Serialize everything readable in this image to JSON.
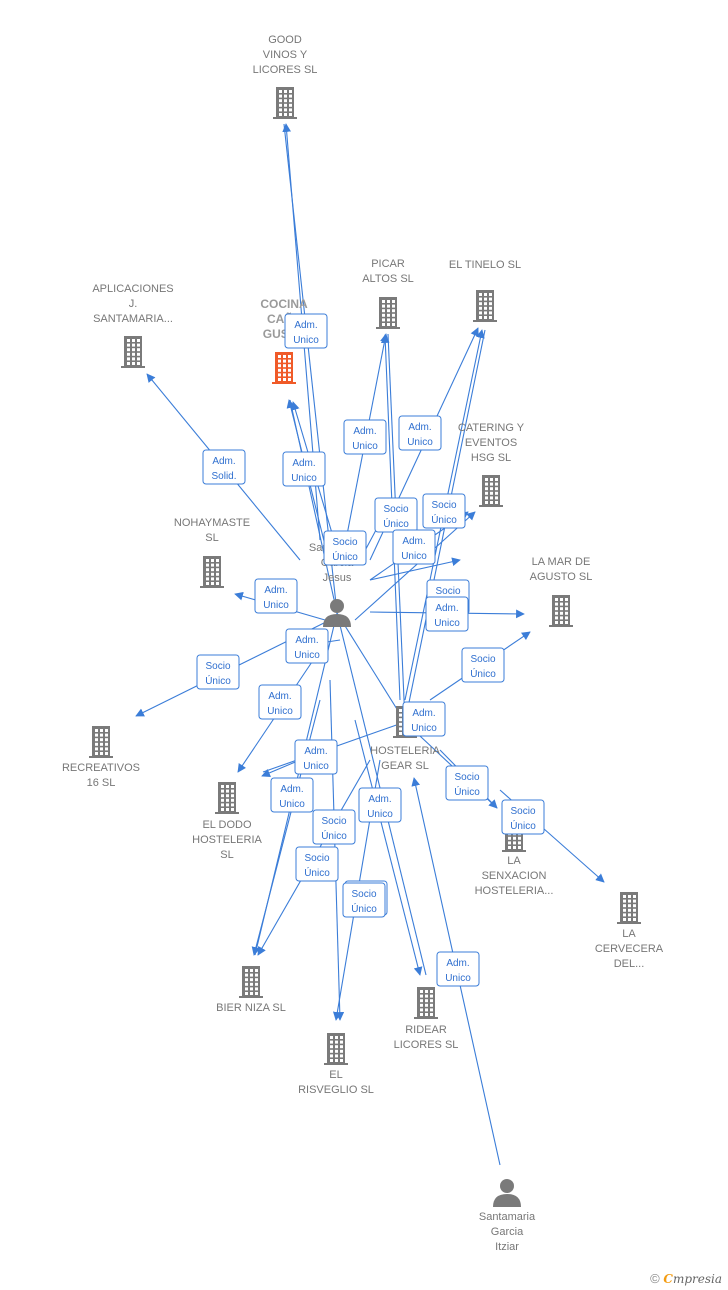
{
  "colors": {
    "edge": "#3b7dd8",
    "building": "#7a7a7a",
    "building_highlight": "#f05a28",
    "person": "#7a7a7a"
  },
  "nodes": [
    {
      "id": "good_vinos",
      "type": "company",
      "label": [
        "GOOD",
        "VINOS Y",
        "LICORES  SL"
      ]
    },
    {
      "id": "aplicaciones",
      "type": "company",
      "label": [
        "APLICACIONES",
        "J.",
        "SANTAMARIA..."
      ]
    },
    {
      "id": "cocina",
      "type": "company",
      "highlight": true,
      "label": [
        "COCINA",
        "CAÑE",
        "GUSTO"
      ]
    },
    {
      "id": "picar",
      "type": "company",
      "label": [
        "PICAR",
        "ALTOS  SL"
      ]
    },
    {
      "id": "tinelo",
      "type": "company",
      "label": [
        "EL TINELO  SL"
      ]
    },
    {
      "id": "catering",
      "type": "company",
      "label": [
        "CATERING Y",
        "EVENTOS",
        "HSG  SL"
      ]
    },
    {
      "id": "nohaymaste",
      "type": "company",
      "label": [
        "NOHAYMASTE",
        "SL"
      ]
    },
    {
      "id": "lamar",
      "type": "company",
      "label": [
        "LA MAR DE",
        "AGUSTO  SL"
      ]
    },
    {
      "id": "person_jesus",
      "type": "person",
      "label": [
        "Santamaria",
        "Garcia",
        "Jesus"
      ]
    },
    {
      "id": "recreativos",
      "type": "company",
      "label": [
        "RECREATIVOS",
        "16  SL"
      ]
    },
    {
      "id": "eldodo",
      "type": "company",
      "label": [
        "EL DODO",
        "HOSTELERIA",
        "SL"
      ]
    },
    {
      "id": "gear",
      "type": "company",
      "label": [
        "HOSTELERIA",
        "GEAR SL"
      ]
    },
    {
      "id": "senxacion",
      "type": "company",
      "label": [
        "LA",
        "SENXACION",
        "HOSTELERIA..."
      ]
    },
    {
      "id": "cervecera",
      "type": "company",
      "label": [
        "LA",
        "CERVECERA",
        "DEL..."
      ]
    },
    {
      "id": "biernizа",
      "type": "company",
      "label": [
        "BIER NIZA  SL"
      ]
    },
    {
      "id": "rideаr",
      "type": "company",
      "label": [
        "RIDEAR",
        "LICORES  SL"
      ]
    },
    {
      "id": "risveglio",
      "type": "company",
      "label": [
        "EL",
        "RISVEGLIO  SL"
      ]
    },
    {
      "id": "person_itziar",
      "type": "person",
      "label": [
        "Santamaria",
        "Garcia",
        "Itziar"
      ]
    }
  ],
  "edge_labels": [
    [
      "Adm.",
      "Unico"
    ],
    [
      "Adm.",
      "Solid."
    ],
    [
      "Adm.",
      "Unico"
    ],
    [
      "Adm.",
      "Unico"
    ],
    [
      "Adm.",
      "Unico"
    ],
    [
      "Socio",
      "Único"
    ],
    [
      "Socio",
      "Único"
    ],
    [
      "Socio",
      "Único"
    ],
    [
      "Adm.",
      "Unico"
    ],
    [
      "Adm.",
      "Unico"
    ],
    [
      "Socio",
      "Único"
    ],
    [
      "Adm.",
      "Unico"
    ],
    [
      "Socio",
      "Único"
    ],
    [
      "Adm.",
      "Unico"
    ],
    [
      "Adm.",
      "Unico"
    ],
    [
      "Socio",
      "Único"
    ],
    [
      "Adm.",
      "Unico"
    ],
    [
      "Adm.",
      "Unico"
    ],
    [
      "Socio",
      "Único"
    ],
    [
      "Adm.",
      "Unico"
    ],
    [
      "Socio",
      "Único"
    ],
    [
      "Socio",
      "Único"
    ],
    [
      "Adm.",
      "Unico"
    ],
    [
      "Socio",
      "Único"
    ],
    [
      "Socio",
      "Único"
    ],
    [
      "Adm.",
      "Unico"
    ],
    [
      "Socio",
      "Único"
    ]
  ],
  "footer": {
    "copyright": "©",
    "brand_e": "C",
    "brand_rest": "mpresia"
  }
}
